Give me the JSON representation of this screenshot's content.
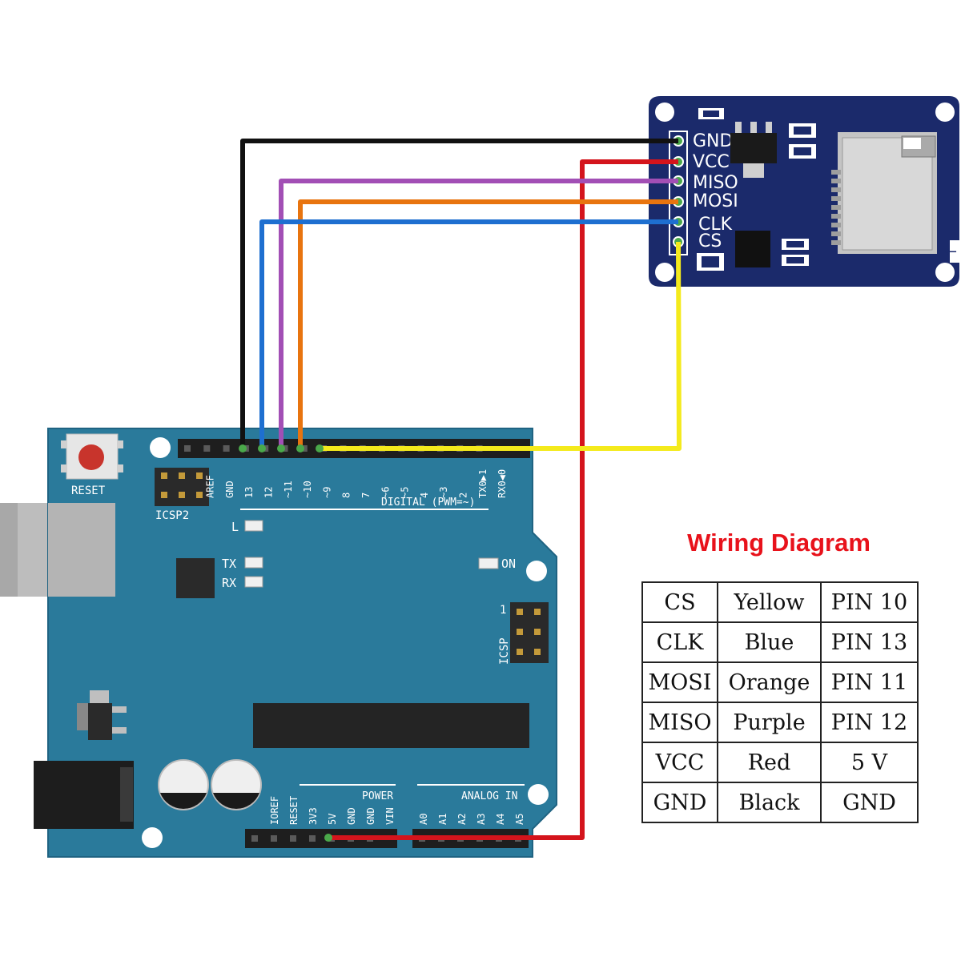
{
  "module": {
    "pins": [
      "GND",
      "VCC",
      "MISO",
      "MOSI",
      "CLK",
      "CS"
    ]
  },
  "arduino": {
    "reset_label": "RESET",
    "icsp2_label": "ICSP2",
    "icsp_label": "ICSP",
    "icsp_pin1": "1",
    "digital_label": "DIGITAL (PWM=~)",
    "digital_pins": [
      "AREF",
      "GND",
      "13",
      "12",
      "~11",
      "~10",
      "~9",
      "8",
      "7",
      "~6",
      "~5",
      "4",
      "~3",
      "2",
      "TX0▶1",
      "RX0◀0"
    ],
    "led_l": "L",
    "led_tx": "TX",
    "led_rx": "RX",
    "led_on": "ON",
    "power_label": "POWER",
    "analog_label": "ANALOG IN",
    "power_pins": [
      "IOREF",
      "RESET",
      "3V3",
      "5V",
      "GND",
      "GND",
      "VIN"
    ],
    "analog_pins": [
      "A0",
      "A1",
      "A2",
      "A3",
      "A4",
      "A5"
    ]
  },
  "wires": {
    "colors": {
      "black": "#111111",
      "red": "#d4141c",
      "purple": "#a24fb5",
      "orange": "#e8740f",
      "blue": "#1e6fd0",
      "yellow": "#f4ea1c"
    }
  },
  "board_colors": {
    "pcb": "#2a7a9b",
    "module": "#1b2a6b"
  },
  "legend": {
    "title": "Wiring Diagram",
    "rows": [
      [
        "CS",
        "Yellow",
        "PIN 10"
      ],
      [
        "CLK",
        "Blue",
        "PIN 13"
      ],
      [
        "MOSI",
        "Orange",
        "PIN 11"
      ],
      [
        "MISO",
        "Purple",
        "PIN 12"
      ],
      [
        "VCC",
        "Red",
        "5 V"
      ],
      [
        "GND",
        "Black",
        "GND"
      ]
    ]
  }
}
